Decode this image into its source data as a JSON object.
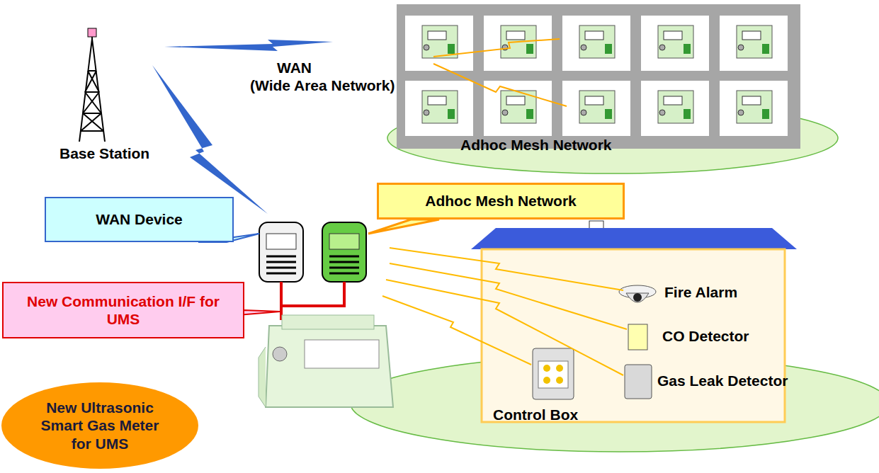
{
  "diagram": {
    "nodes": [
      {
        "text": [
          "Adhoc Mesh Network"
        ]
      },
      {
        "text": [
          "WAN Device"
        ]
      },
      {
        "text": [
          "New Communication I/F for UMS"
        ]
      },
      {
        "text": [
          "New Ultrasonic Smart Gas Meter for UMS"
        ]
      }
    ],
    "labels": [
      "WAN",
      "(Wide Area Network)",
      "Base Station",
      "Adhoc Mesh Network",
      "Fire Alarm",
      "CO Detector",
      "Gas Leak Detector",
      "Control Box"
    ]
  }
}
